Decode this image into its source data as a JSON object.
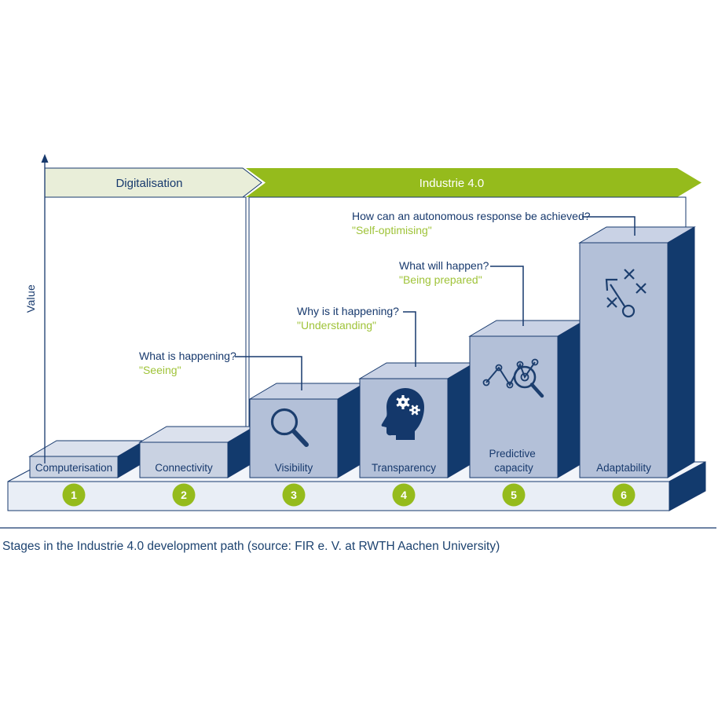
{
  "banners": {
    "digitalisation": "Digitalisation",
    "industrie": "Industrie 4.0"
  },
  "axis": {
    "label": "Value"
  },
  "stages": [
    {
      "number": "1",
      "label": "Computerisation"
    },
    {
      "number": "2",
      "label": "Connectivity"
    },
    {
      "number": "3",
      "label": "Visibility",
      "icon": "magnifier-icon",
      "question": "What is happening?",
      "keyword": "\"Seeing\""
    },
    {
      "number": "4",
      "label": "Transparency",
      "icon": "head-gears-icon",
      "question": "Why is it happening?",
      "keyword": "\"Understanding\""
    },
    {
      "number": "5",
      "label": "Predictive capacity",
      "label_lines": [
        "Predictive",
        "capacity"
      ],
      "icon": "trend-analysis-icon",
      "question": "What will happen?",
      "keyword": "\"Being prepared\""
    },
    {
      "number": "6",
      "label": "Adaptability",
      "icon": "strategy-icon",
      "question": "How can an autonomous response be achieved?",
      "keyword": "\"Self-optimising\""
    }
  ],
  "caption": "Stages in the Industrie 4.0 development path (source: FIR e. V. at RWTH Aachen University)",
  "colors": {
    "accent_green": "#95bb1c",
    "keyword_green": "#9fc338",
    "navy_text": "#17396d",
    "banner_pale": "#e9eed9",
    "block_front_light": "#c9d2e2",
    "block_top_light": "#dbe1ed",
    "block_front": "#b3c0d8",
    "block_top": "#c9d2e5",
    "block_side": "#123a6d",
    "platform_front": "#e9eef6",
    "platform_top": "#f2f5fa"
  }
}
